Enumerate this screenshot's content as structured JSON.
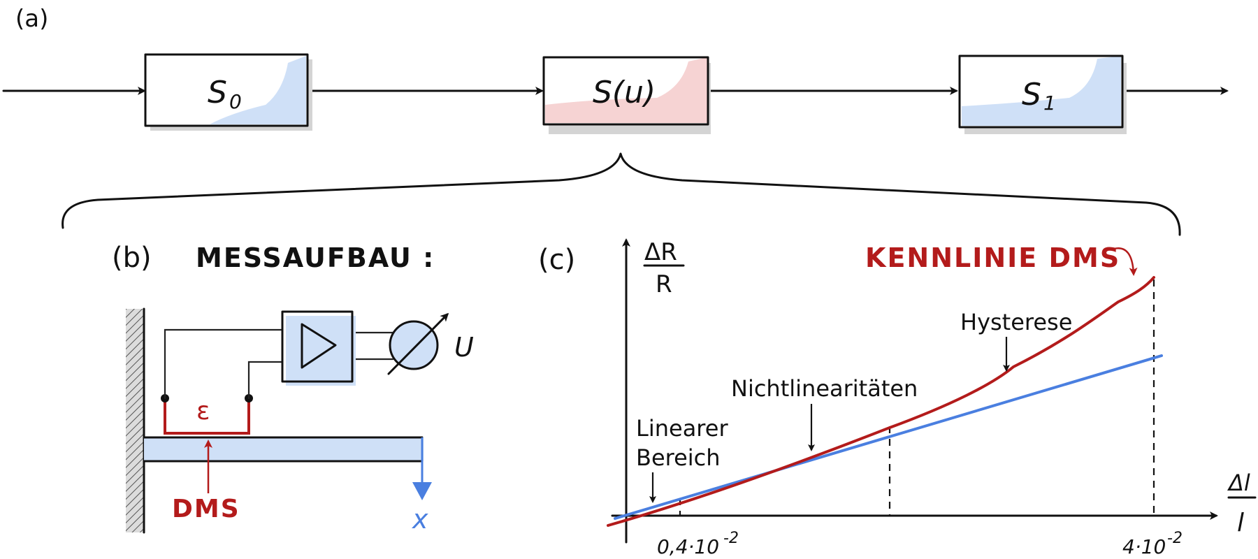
{
  "panel_a": {
    "label": "(a)",
    "blocks": [
      {
        "name": "S",
        "sub": "0"
      },
      {
        "name": "S(u)",
        "sub": ""
      },
      {
        "name": "S",
        "sub": "1"
      }
    ]
  },
  "panel_b": {
    "label": "(b)",
    "title": "MESSAUFBAU :",
    "epsilon": "ε",
    "dms": "DMS",
    "voltage": "U",
    "deflection": "x"
  },
  "panel_c": {
    "label": "(c)",
    "y_num": "ΔR",
    "y_den": "R",
    "x_num": "Δl",
    "x_den": "l",
    "curve_label": "KENNLINIE DMS",
    "annotations": {
      "linear_1": "Linearer",
      "linear_2": "Bereich",
      "nonlinear": "Nichtlinearitäten",
      "hysteresis": "Hysterese"
    },
    "tick_1": "0,4·10",
    "tick_1_exp": "-2",
    "tick_2": "4·10",
    "tick_2_exp": "-2"
  },
  "colors": {
    "block_blue": "#cfe0f7",
    "block_red": "#f6d3d3",
    "ink": "#111111",
    "dms_red": "#b31b1b",
    "beam_blue": "#4a7fe0",
    "shadow": "#d4d4d4"
  }
}
